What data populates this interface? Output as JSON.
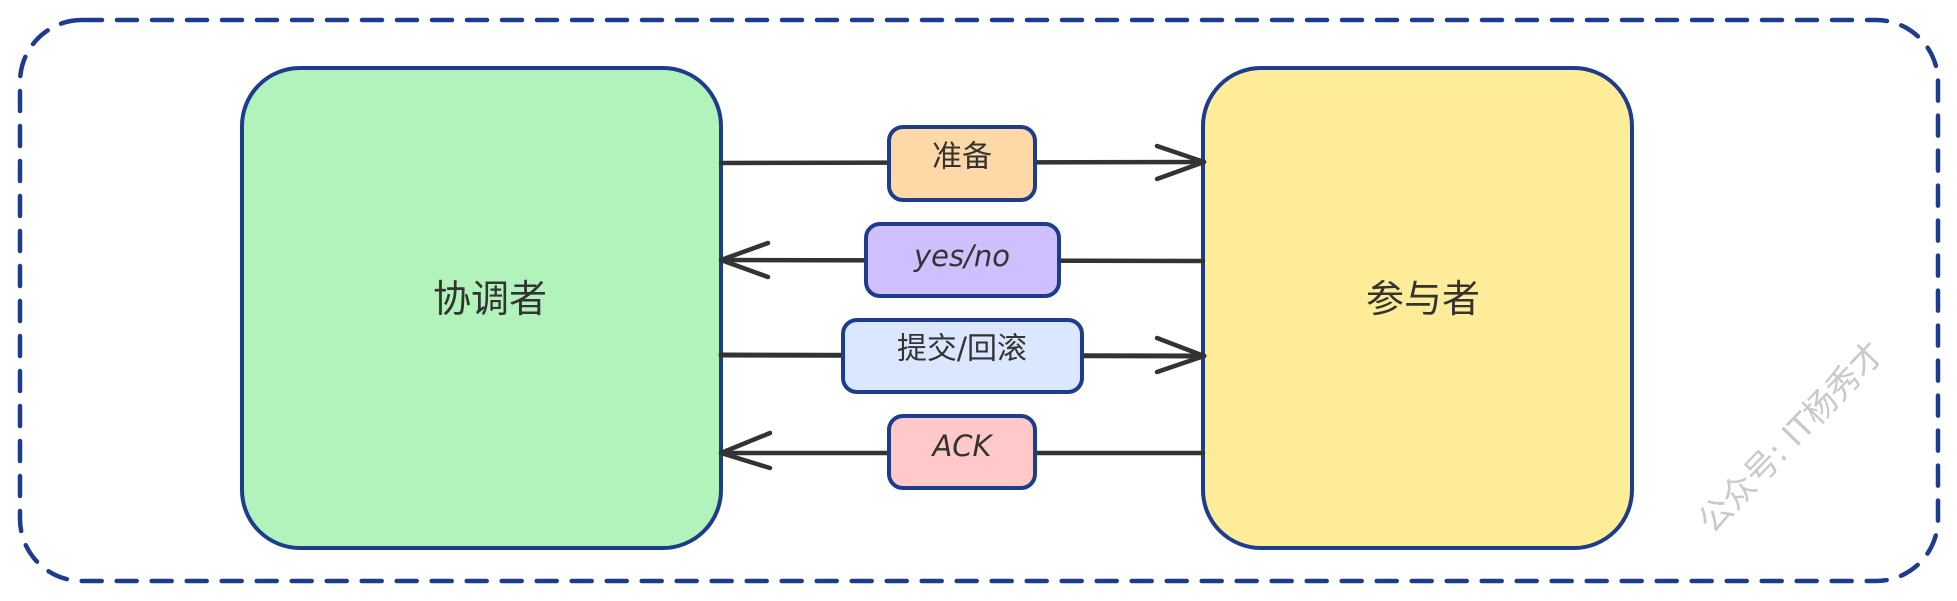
{
  "diagram": {
    "type": "two-phase-commit-sequence",
    "colors": {
      "stroke": "#1e3c8c",
      "arrow": "#333333",
      "text": "#333333"
    },
    "nodes": [
      {
        "id": "coordinator",
        "label": "协调者",
        "fill": "#b2f2bb"
      },
      {
        "id": "participant",
        "label": "参与者",
        "fill": "#ffec99"
      }
    ],
    "messages": [
      {
        "label": "准备",
        "from": "coordinator",
        "to": "participant",
        "fill": "#ffd8a8"
      },
      {
        "label": "yes/no",
        "from": "participant",
        "to": "coordinator",
        "fill": "#d0bfff"
      },
      {
        "label": "提交/回滚",
        "from": "coordinator",
        "to": "participant",
        "fill": "#dbe7ff"
      },
      {
        "label": "ACK",
        "from": "participant",
        "to": "coordinator",
        "fill": "#ffc9c9"
      }
    ],
    "watermark": "公众号: IT杨秀才"
  }
}
